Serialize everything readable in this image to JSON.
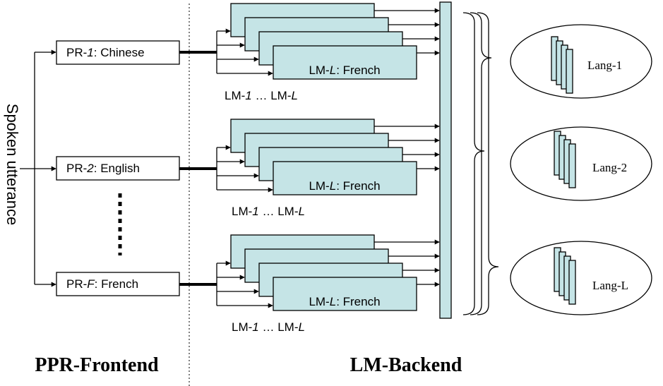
{
  "input_label": "Spoken utterance",
  "frontend_title": "PPR-Frontend",
  "backend_title": "LM-Backend",
  "phone_recognizers": [
    {
      "prefix": "PR-",
      "index": "1",
      "suffix": ": Chinese"
    },
    {
      "prefix": "PR-",
      "index": "2",
      "suffix": ": English"
    },
    {
      "prefix": "PR-",
      "index": "F",
      "suffix": ": French"
    }
  ],
  "lm_front_label": {
    "prefix": "LM-",
    "index": "L",
    "suffix": ": French"
  },
  "lm_range_label": {
    "first_prefix": "LM-",
    "first_index": "1",
    "middle": " … ",
    "last_prefix": "LM-",
    "last_index": "L"
  },
  "classifiers": [
    {
      "label": "Lang-1"
    },
    {
      "label": "Lang-2"
    },
    {
      "label": "Lang-L"
    }
  ],
  "colors": {
    "lm_fill": "#c5e4e6",
    "stroke": "#000000"
  }
}
